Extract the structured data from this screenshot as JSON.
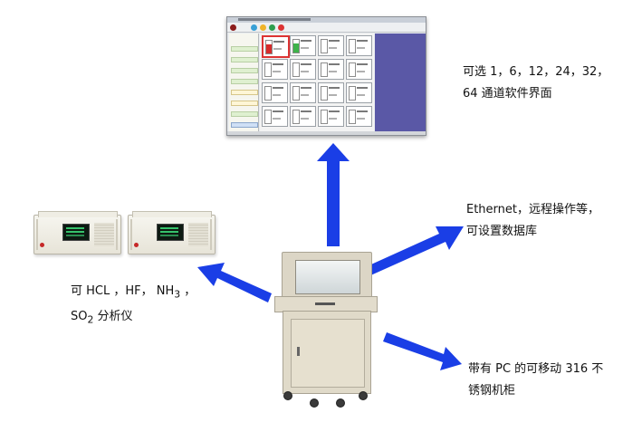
{
  "captions": {
    "software": [
      "可选 1，6，12，24，32，",
      "64 通道软件界面"
    ],
    "network": [
      "Ethernet，远程操作等，",
      "可设置数据库"
    ],
    "analyzers": {
      "line1_prefix": "可 HCL ，HF， NH",
      "nh3_sub": "3",
      "line1_suffix": " ，",
      "line2_prefix": "SO",
      "so2_sub": "2",
      "line2_suffix": " 分析仪"
    },
    "cabinet": [
      "带有 PC 的可移动 316 不",
      "锈钢机柜"
    ]
  },
  "colors": {
    "arrow": "#1a3ee6",
    "software_side_panel": "#5a58a6"
  }
}
